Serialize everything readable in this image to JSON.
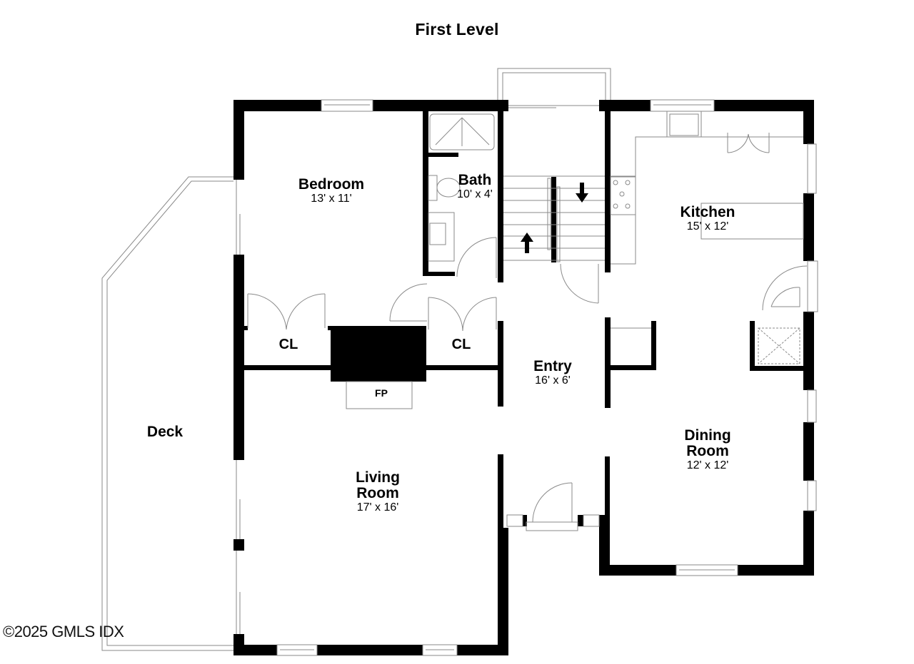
{
  "page": {
    "title": "First Level",
    "copyright": "©2025 GMLS IDX"
  },
  "rooms": {
    "bedroom": {
      "name": "Bedroom",
      "dims": "13' x 11'"
    },
    "bath": {
      "name": "Bath",
      "dims": "10' x 4'"
    },
    "kitchen": {
      "name": "Kitchen",
      "dims": "15' x 12'"
    },
    "entry": {
      "name": "Entry",
      "dims": "16' x 6'"
    },
    "dining_room": {
      "name_line1": "Dining",
      "name_line2": "Room",
      "dims": "12' x 12'"
    },
    "living_room": {
      "name_line1": "Living",
      "name_line2": "Room",
      "dims": "17' x 16'"
    },
    "deck": {
      "name": "Deck"
    },
    "closet_left": {
      "name": "CL"
    },
    "closet_right": {
      "name": "CL"
    },
    "fireplace": {
      "name": "FP"
    }
  },
  "colors": {
    "wall": "#000000",
    "fixture_line": "#8a8a8a",
    "background": "#ffffff"
  },
  "icons": {
    "stairs_up": "arrow-up",
    "stairs_down": "arrow-down"
  }
}
